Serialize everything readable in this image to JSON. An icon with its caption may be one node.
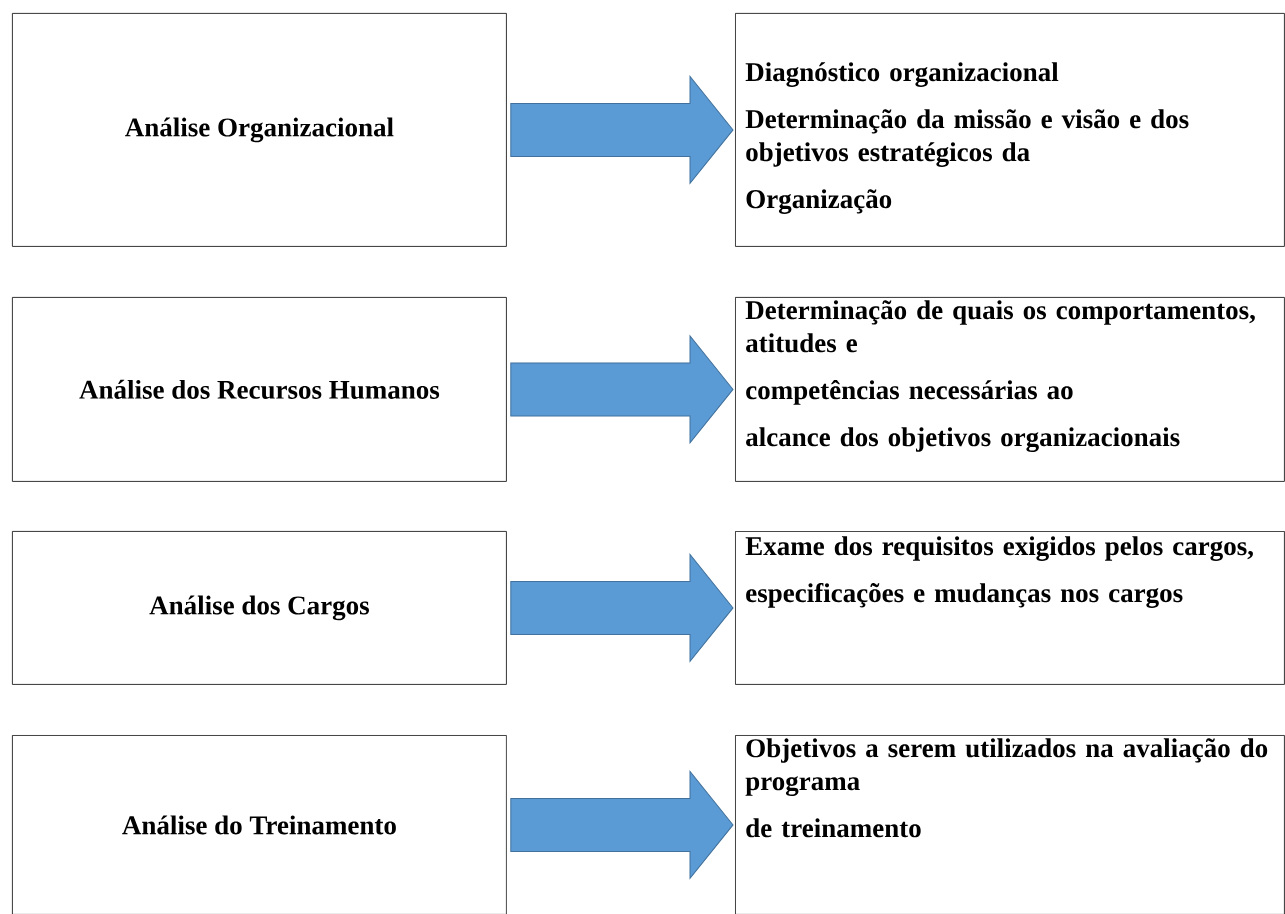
{
  "diagram": {
    "nodes": [
      {
        "text": [
          "Análise Organizacional"
        ]
      },
      {
        "text": [
          "Diagnóstico organizacional",
          "Determinação da missão e visão e dos objetivos estratégicos da",
          "Organização"
        ]
      },
      {
        "text": [
          "Análise dos Recursos Humanos"
        ]
      },
      {
        "text": [
          "Determinação de quais os comportamentos, atitudes e",
          "competências necessárias ao",
          "alcance dos objetivos organizacionais"
        ]
      },
      {
        "text": [
          "Análise dos Cargos"
        ]
      },
      {
        "text": [
          "Exame dos requisitos exigidos pelos cargos,",
          "especificações e mudanças nos cargos"
        ]
      },
      {
        "text": [
          "Análise do Treinamento"
        ]
      },
      {
        "text": [
          "Objetivos a serem utilizados na avaliação do programa",
          "de treinamento"
        ]
      }
    ],
    "edges": [
      {
        "from": 0,
        "to": 1,
        "arrow": "to"
      },
      {
        "from": 2,
        "to": 3,
        "arrow": "to"
      },
      {
        "from": 4,
        "to": 5,
        "arrow": "to"
      },
      {
        "from": 6,
        "to": 7,
        "arrow": "to"
      }
    ]
  }
}
